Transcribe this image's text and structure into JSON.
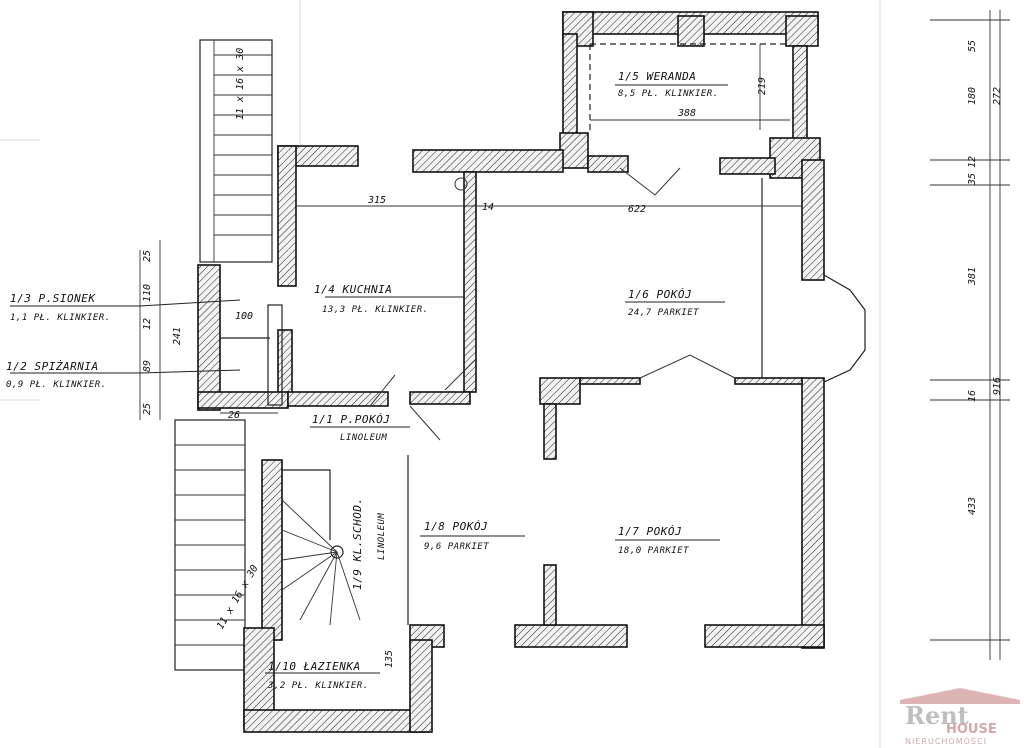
{
  "rooms": [
    {
      "id": "1/1",
      "name": "P.POKÓJ",
      "area": "",
      "finish": "LINOLEUM"
    },
    {
      "id": "1/2",
      "name": "SPIŻARNIA",
      "area": "0,9",
      "finish": "PŁ. KLINKIER."
    },
    {
      "id": "1/3",
      "name": "P.SIONEK",
      "area": "1,1",
      "finish": "PŁ. KLINKIER."
    },
    {
      "id": "1/4",
      "name": "KUCHNIA",
      "area": "13,3",
      "finish": "PŁ. KLINKIER."
    },
    {
      "id": "1/5",
      "name": "WERANDA",
      "area": "8,5",
      "finish": "PŁ. KLINKIER."
    },
    {
      "id": "1/6",
      "name": "POKÓJ",
      "area": "24,7",
      "finish": "PARKIET"
    },
    {
      "id": "1/7",
      "name": "POKÓJ",
      "area": "18,0",
      "finish": "PARKIET"
    },
    {
      "id": "1/8",
      "name": "POKÓJ",
      "area": "9,6",
      "finish": "PARKIET"
    },
    {
      "id": "1/9",
      "name": "KL.SCHOD.",
      "area": "",
      "finish": "LINOLEUM"
    },
    {
      "id": "1/10",
      "name": "ŁAZIENKA",
      "area": "3,2",
      "finish": "PŁ. KLINKIER."
    }
  ],
  "dimensions": {
    "kitchen_width": "315",
    "wall": "14",
    "room_width": "622",
    "veranda_width": "388",
    "veranda_depth": "219",
    "sionek_width": "100",
    "corridor": "26",
    "bath": "135",
    "stair_top": "11 x 16 x 30",
    "stair_bottom": "11 x 16 x 30",
    "left_dims": [
      "25",
      "110",
      "12",
      "89",
      "25",
      "241"
    ],
    "right_dims": [
      "55",
      "180",
      "272",
      "12",
      "35",
      "381",
      "16",
      "916",
      "433"
    ]
  },
  "watermark": {
    "brand_top": "Rent",
    "brand_bottom": "HOUSE",
    "tagline": "NIERUCHOMOŚCI"
  }
}
